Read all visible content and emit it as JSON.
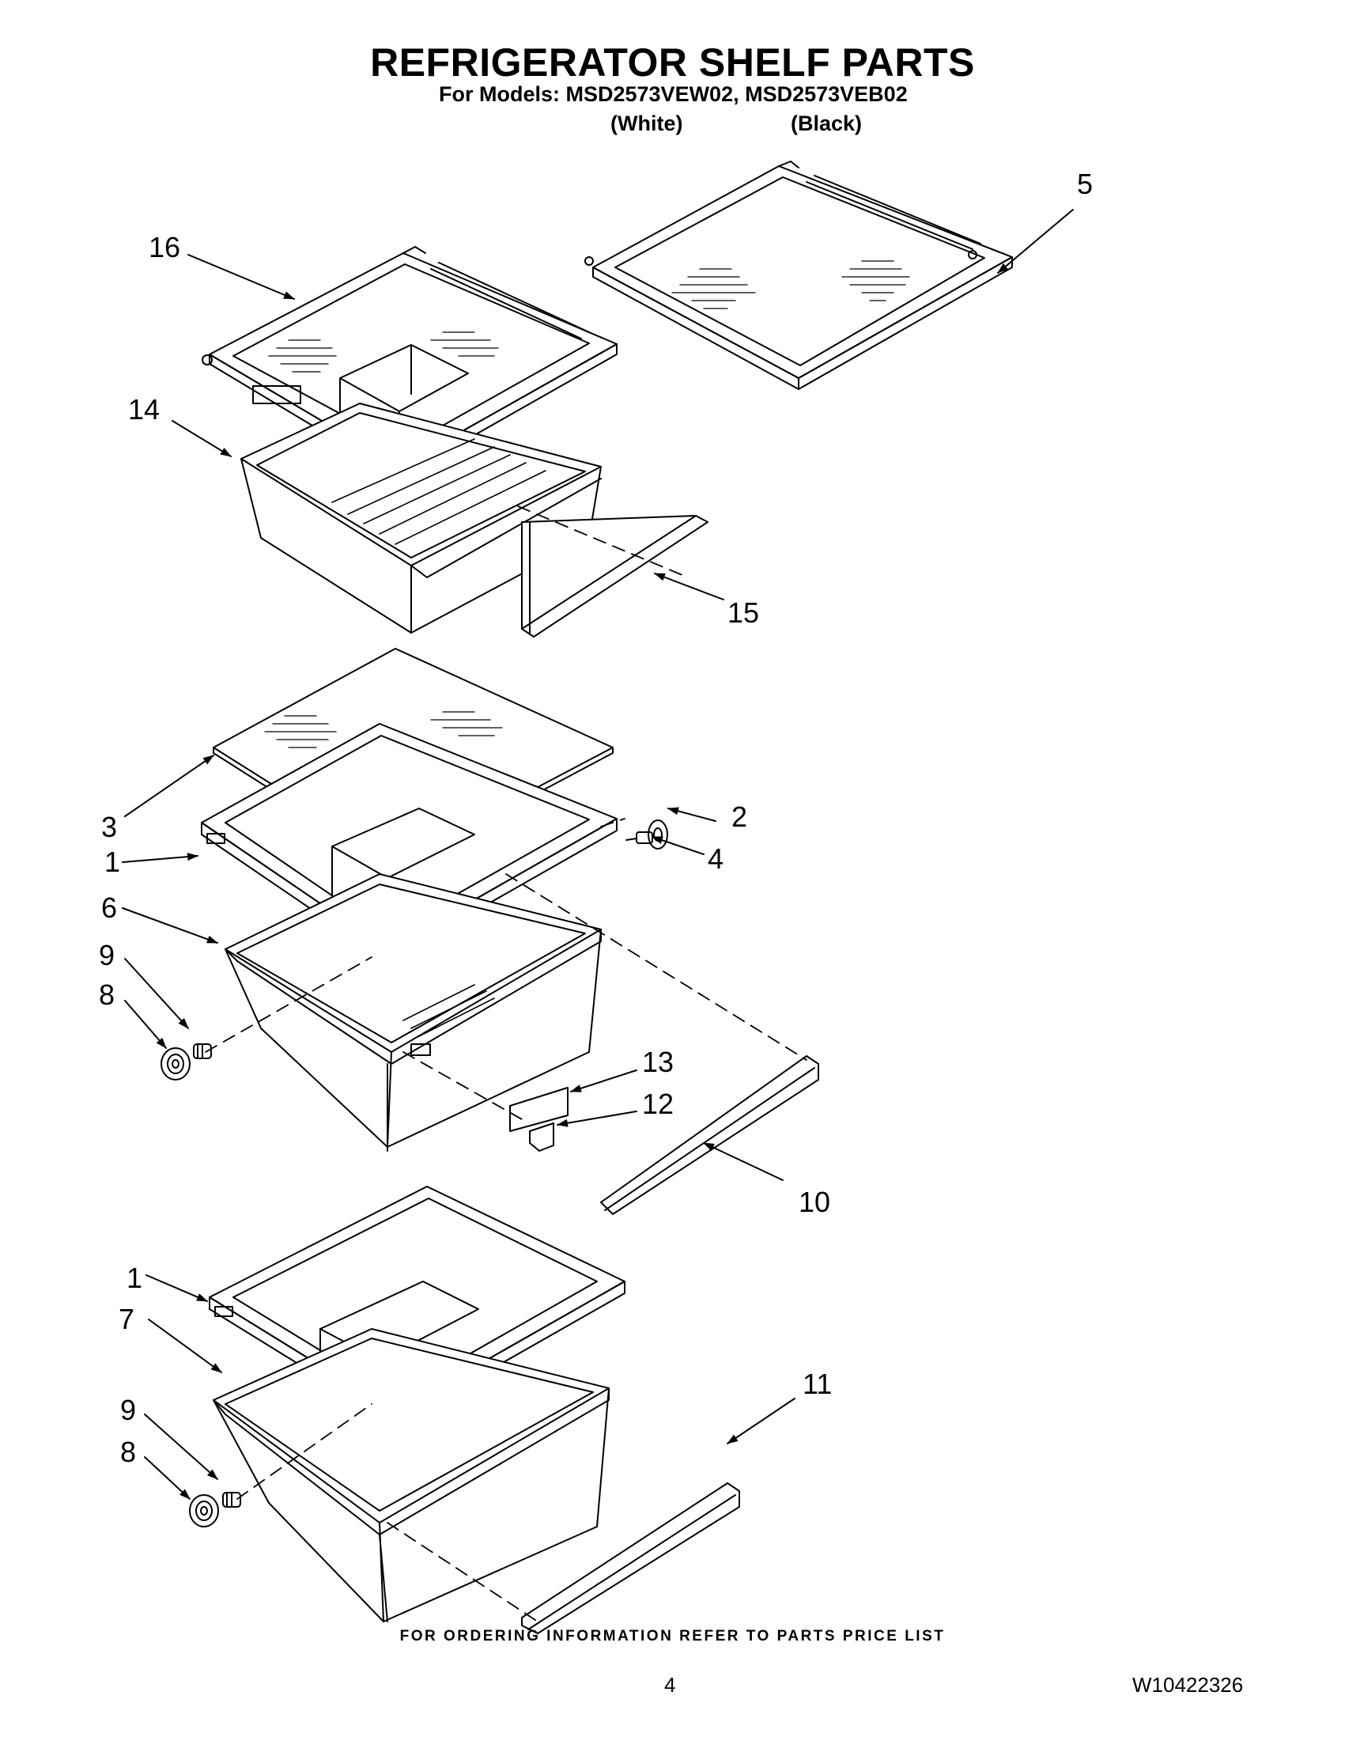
{
  "header": {
    "title": "REFRIGERATOR SHELF PARTS",
    "models_line": "For Models: MSD2573VEW02, MSD2573VEB02",
    "variant_white": "(White)",
    "variant_black": "(Black)"
  },
  "callouts": {
    "c16": "16",
    "c5": "5",
    "c14": "14",
    "c15": "15",
    "c3": "3",
    "c2": "2",
    "c4": "4",
    "c1a": "1",
    "c6": "6",
    "c9a": "9",
    "c8a": "8",
    "c13": "13",
    "c12": "12",
    "c10": "10",
    "c1b": "1",
    "c7": "7",
    "c9b": "9",
    "c8b": "8",
    "c11": "11"
  },
  "footer": {
    "ordering_note": "FOR ORDERING INFORMATION REFER TO PARTS PRICE LIST",
    "page_number": "4",
    "document_number": "W10422326"
  }
}
